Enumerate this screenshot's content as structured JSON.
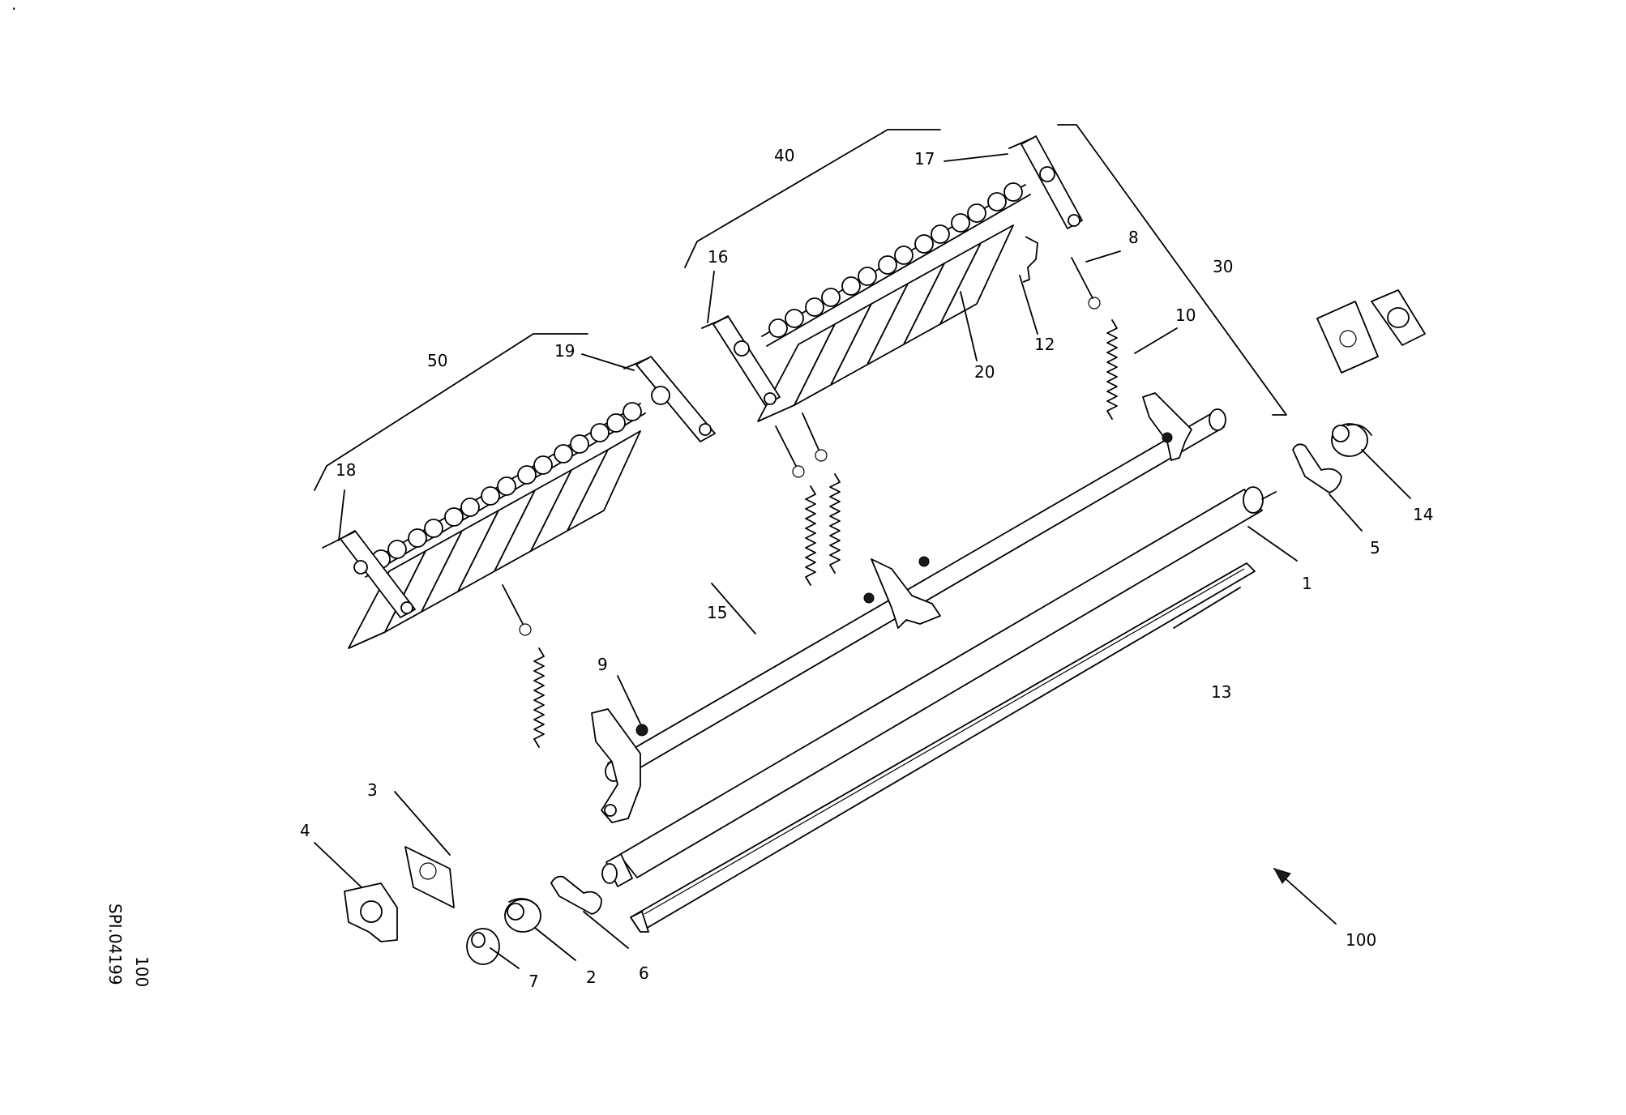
{
  "callouts": [
    "1",
    "2",
    "3",
    "4",
    "5",
    "6",
    "7",
    "8",
    "9",
    "10",
    "12",
    "13",
    "14",
    "15",
    "16",
    "17",
    "18",
    "19",
    "20",
    "30",
    "40",
    "50",
    "100"
  ],
  "doc_code": "SPI.04199",
  "doc_ref": "100",
  "corner_mark": "."
}
